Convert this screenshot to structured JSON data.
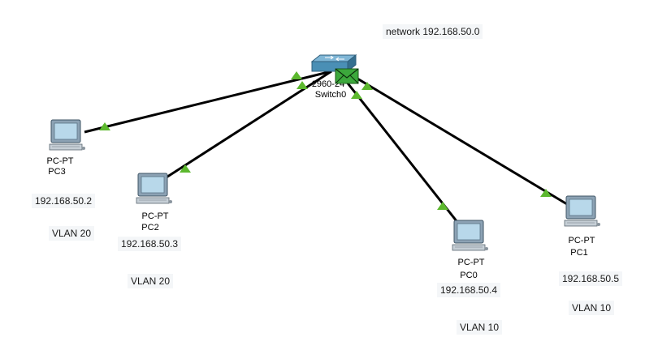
{
  "title_note": "network 192.168.50.0",
  "switch": {
    "model": "2960-24",
    "name": "Switch0"
  },
  "pcs": [
    {
      "id": "pc3",
      "type": "PC-PT",
      "name": "PC3",
      "ip": "192.168.50.2",
      "vlan": "VLAN 20"
    },
    {
      "id": "pc2",
      "type": "PC-PT",
      "name": "PC2",
      "ip": "192.168.50.3",
      "vlan": "VLAN 20"
    },
    {
      "id": "pc0",
      "type": "PC-PT",
      "name": "PC0",
      "ip": "192.168.50.4",
      "vlan": "VLAN 10"
    },
    {
      "id": "pc1",
      "type": "PC-PT",
      "name": "PC1",
      "ip": "192.168.50.5",
      "vlan": "VLAN 10"
    }
  ],
  "colors": {
    "link": "#000000",
    "link_status_up": "#5cb82e",
    "note_bg": "#f4f6f8",
    "switch_body": "#4a8fb5",
    "pdu_envelope": "#3ca83c"
  },
  "icons": [
    "pc-icon",
    "switch-icon",
    "pdu-envelope-icon",
    "link-up-triangle-icon"
  ]
}
